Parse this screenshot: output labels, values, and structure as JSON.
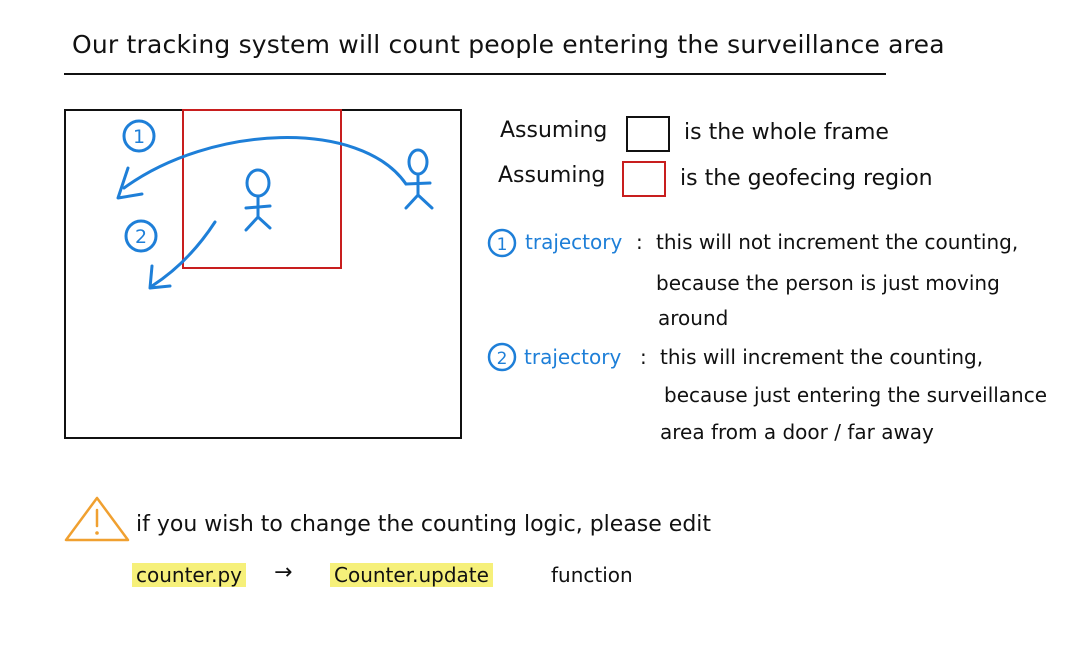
{
  "title": "Our tracking system will count people entering the surveillance area",
  "legend": {
    "frame_prefix": "Assuming",
    "frame_suffix": "is the whole frame",
    "geo_prefix": "Assuming",
    "geo_suffix": "is the geofecing region"
  },
  "diagram": {
    "marker_1": "1",
    "marker_2": "2"
  },
  "trajectories": [
    {
      "number": "1",
      "label": "trajectory",
      "colon": ":",
      "lines": [
        "this will not increment the counting,",
        "because the person is just moving",
        "around"
      ]
    },
    {
      "number": "2",
      "label": "trajectory",
      "colon": ":",
      "lines": [
        "this will increment the counting,",
        "because just entering the surveillance",
        "area from a door / far away"
      ]
    }
  ],
  "note": {
    "text": "if you wish to change the counting logic, please edit",
    "file": "counter.py",
    "arrow": "→",
    "function": "Counter.update",
    "suffix": "function"
  },
  "colors": {
    "ink": "#111111",
    "blue": "#1e7fd8",
    "red": "#c81e1e",
    "warning": "#f0a030",
    "highlight": "#f6f07a"
  },
  "icons": [
    "warning-triangle-icon",
    "stick-figure-icon",
    "curved-arrow-icon"
  ]
}
